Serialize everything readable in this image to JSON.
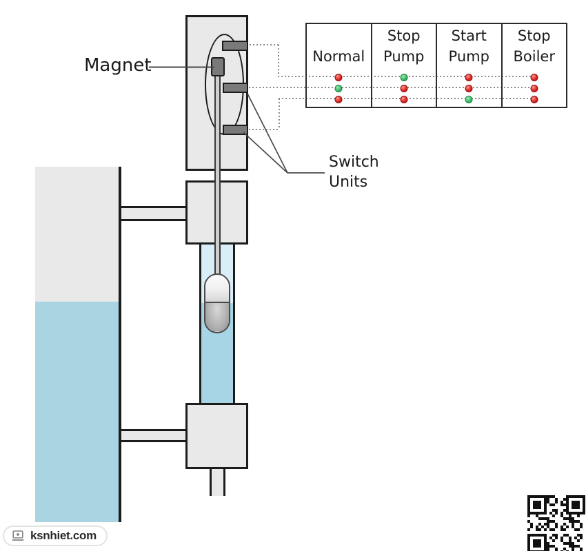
{
  "labels": {
    "magnet": "Magnet",
    "switch_units": "Switch\nUnits"
  },
  "status_table": {
    "columns": [
      {
        "label": "Normal",
        "leds": [
          "red",
          "green",
          "red"
        ]
      },
      {
        "label": "Stop\nPump",
        "leds": [
          "green",
          "red",
          "red"
        ]
      },
      {
        "label": "Start\nPump",
        "leds": [
          "red",
          "red",
          "green"
        ]
      },
      {
        "label": "Stop\nBoiler",
        "leds": [
          "red",
          "red",
          "red"
        ]
      }
    ]
  },
  "watermark": {
    "text": "ksnhiet.com"
  },
  "icons": {
    "watermark_icon": "laptop-icon",
    "qr": "qr-code"
  },
  "colors": {
    "outline": "#1c1c1c",
    "metal": "#e9e9e9",
    "component_gray": "#7a7a7a",
    "tank_water": "#a9d4e2",
    "tube_water": "#a7d5e5",
    "tube_empty": "#d9eef7",
    "led_red": "#df2626",
    "led_green": "#3fbc68"
  }
}
